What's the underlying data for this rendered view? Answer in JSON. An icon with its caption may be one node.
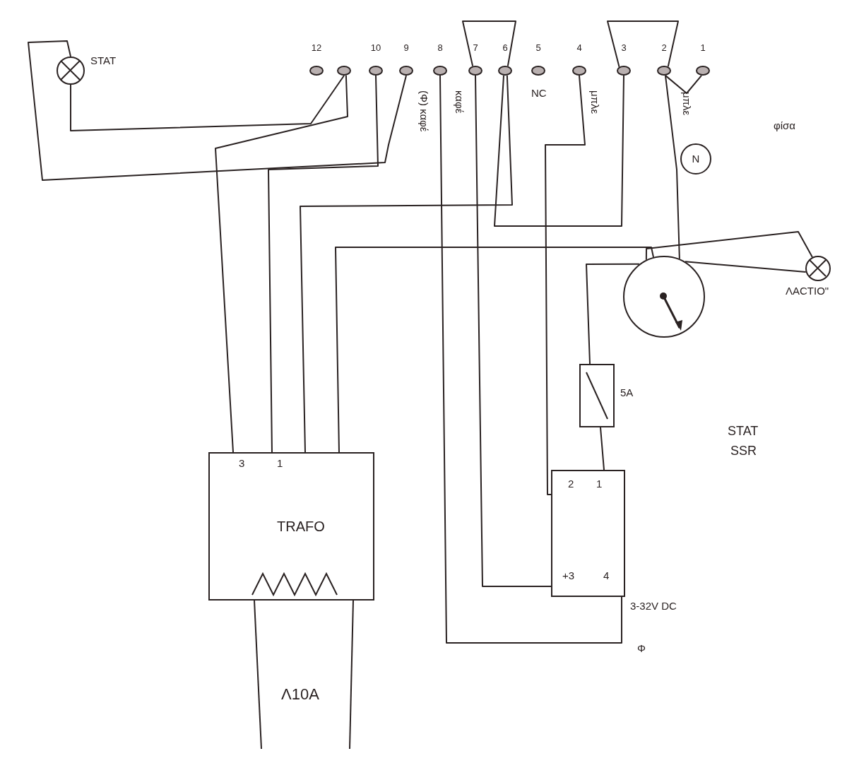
{
  "diagram": {
    "nodes": [
      {
        "text": [],
        "shape": "circle",
        "beside": [
          "1"
        ]
      },
      {
        "text": [],
        "shape": "circle",
        "beside": [
          "2"
        ]
      },
      {
        "text": [],
        "shape": "circle",
        "beside": [
          "3"
        ]
      },
      {
        "text": [],
        "shape": "circle",
        "beside": [
          "4"
        ]
      },
      {
        "text": [],
        "shape": "circle",
        "beside": [
          "5"
        ]
      },
      {
        "text": [],
        "shape": "circle",
        "beside": [
          "6"
        ]
      },
      {
        "text": [],
        "shape": "circle",
        "beside": [
          "7"
        ]
      },
      {
        "text": [],
        "shape": "circle",
        "beside": [
          "8"
        ]
      },
      {
        "text": [],
        "shape": "circle",
        "beside": [
          "9"
        ]
      },
      {
        "text": [],
        "shape": "circle",
        "beside": [
          "10"
        ]
      },
      {
        "text": [],
        "shape": "circle"
      },
      {
        "text": [],
        "shape": "circle",
        "beside": [
          "12"
        ]
      },
      {
        "text": [],
        "shape": "circle",
        "beside": [
          "STAT"
        ]
      },
      {
        "text": [
          "N"
        ]
      },
      {
        "text": [],
        "shape": "circle"
      },
      {
        "text": [],
        "shape": "circle",
        "beside": [
          "ΛΑCTIO\""
        ]
      },
      {
        "text": [],
        "shape": "box",
        "beside": [
          "5A"
        ]
      },
      {
        "text": [
          "1",
          "2",
          "+3",
          "4"
        ],
        "beside": [
          "3-32V DC"
        ]
      },
      {
        "text": [
          "TRAFO"
        ]
      }
    ],
    "edges": [
      {
        "from": 0,
        "to": 1,
        "arrow": "none"
      },
      {
        "from": 2,
        "to": 1,
        "arrow": "none"
      },
      {
        "from": 6,
        "to": 5,
        "arrow": "none"
      },
      {
        "from": 1,
        "to": 14,
        "arrow": "none"
      },
      {
        "from": 2,
        "to": 5,
        "arrow": "none"
      },
      {
        "from": 6,
        "to": 17,
        "arrow": "none"
      },
      {
        "from": 5,
        "to": 18,
        "arrow": "none"
      },
      {
        "from": 3,
        "to": 17,
        "arrow": "none"
      },
      {
        "from": 7,
        "to": 17,
        "arrow": "none"
      },
      {
        "from": 8,
        "to": 12,
        "arrow": "none"
      },
      {
        "from": 9,
        "to": 18,
        "arrow": "none"
      },
      {
        "from": 10,
        "to": 12,
        "arrow": "none"
      },
      {
        "from": 10,
        "to": 18,
        "arrow": "none"
      },
      {
        "from": 14,
        "to": 15,
        "arrow": "none"
      },
      {
        "from": 14,
        "to": 15,
        "arrow": "none"
      },
      {
        "from": 14,
        "to": 16,
        "arrow": "none"
      },
      {
        "from": 14,
        "to": 18,
        "arrow": "none"
      },
      {
        "from": 16,
        "to": 17,
        "arrow": "none"
      },
      {
        "from": 18,
        "to": null,
        "arrow": "none"
      },
      {
        "from": 18,
        "to": null,
        "arrow": "none"
      }
    ],
    "labels": [
      "NC",
      "μπλε",
      "μπλε",
      "(Φ) καφέ",
      "καφέ",
      "φίσα",
      "STAT",
      "SSR",
      "3",
      "1",
      "Φ",
      "Λ10A"
    ]
  }
}
